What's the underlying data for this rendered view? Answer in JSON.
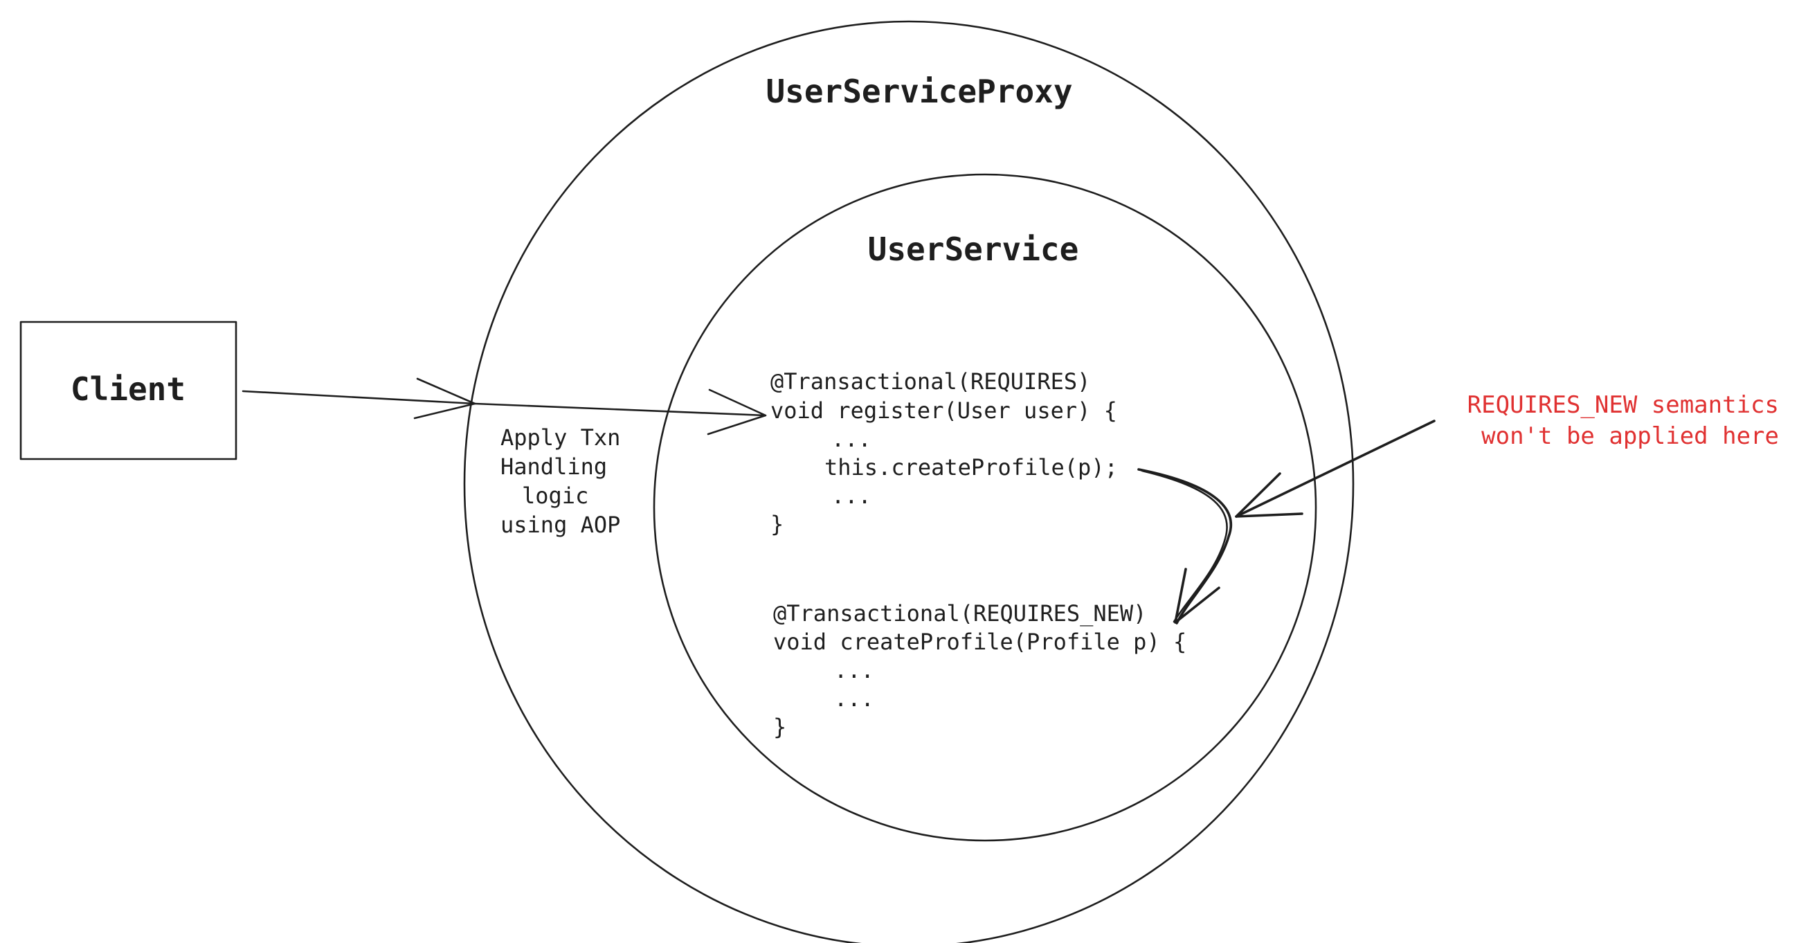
{
  "proxy": {
    "title": "UserServiceProxy",
    "aop_note": [
      "Apply Txn",
      "Handling",
      "logic",
      "using AOP"
    ]
  },
  "service": {
    "title": "UserService",
    "register_block": [
      "@Transactional(REQUIRES)",
      "void register(User user) {",
      "...",
      "this.createProfile(p);",
      "...",
      "}"
    ],
    "profile_block": [
      "@Transactional(REQUIRES_NEW)",
      "void createProfile(Profile p) {",
      "...",
      "...",
      "}"
    ]
  },
  "client": {
    "label": "Client"
  },
  "annotation": {
    "lines": [
      "REQUIRES_NEW semantics",
      "won't be applied here"
    ],
    "color": "#e03131"
  },
  "colors": {
    "outer_hatch": "#f2d9a6",
    "inner_hatch": "#a5d8ff",
    "stroke": "#1e1e1e"
  }
}
